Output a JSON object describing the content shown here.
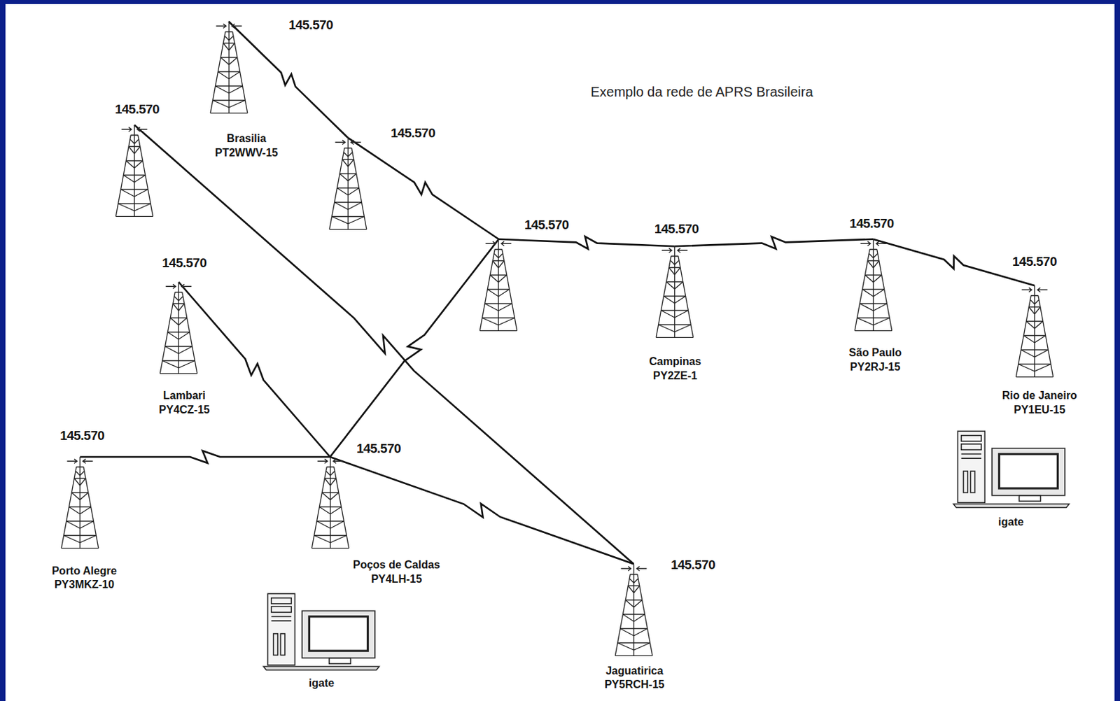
{
  "diagram": {
    "title": "Exemplo da rede de APRS Brasileira",
    "nodes": [
      {
        "text": [
          "145.570",
          "Brasilia PT2WWV-15"
        ]
      },
      {
        "text": [
          "145.570"
        ]
      },
      {
        "text": [
          "145.570"
        ]
      },
      {
        "text": [
          "145.570"
        ]
      },
      {
        "text": [
          "145.570",
          "Campinas PY2ZE-1"
        ]
      },
      {
        "text": [
          "145.570",
          "São Paulo PY2RJ-15"
        ]
      },
      {
        "text": [
          "145.570",
          "Lambari PY4CZ-15"
        ]
      },
      {
        "text": [
          "145.570",
          "Rio de Janeiro PY1EU-15"
        ]
      },
      {
        "text": [
          "145.570",
          "Porto Alegre PY3MKZ-10"
        ]
      },
      {
        "text": [
          "145.570",
          "Poços de Caldas PY4LH-15"
        ]
      },
      {
        "text": [
          "145.570",
          "Jaguatirica PY5RCH-15"
        ]
      },
      {
        "text": [
          "igate"
        ]
      },
      {
        "text": [
          "igate"
        ]
      }
    ],
    "edges": [
      {
        "from": 0,
        "to": 2,
        "arrow": "none"
      },
      {
        "from": 2,
        "to": 3,
        "arrow": "none"
      },
      {
        "from": 3,
        "to": 4,
        "arrow": "none"
      },
      {
        "from": 4,
        "to": 5,
        "arrow": "none"
      },
      {
        "from": 5,
        "to": 7,
        "arrow": "none"
      },
      {
        "from": 1,
        "to": 10,
        "arrow": "none"
      },
      {
        "from": 6,
        "to": 9,
        "arrow": "none"
      },
      {
        "from": 8,
        "to": 9,
        "arrow": "none"
      },
      {
        "from": 9,
        "to": 3,
        "arrow": "none"
      },
      {
        "from": 9,
        "to": 10,
        "arrow": "none"
      }
    ]
  }
}
